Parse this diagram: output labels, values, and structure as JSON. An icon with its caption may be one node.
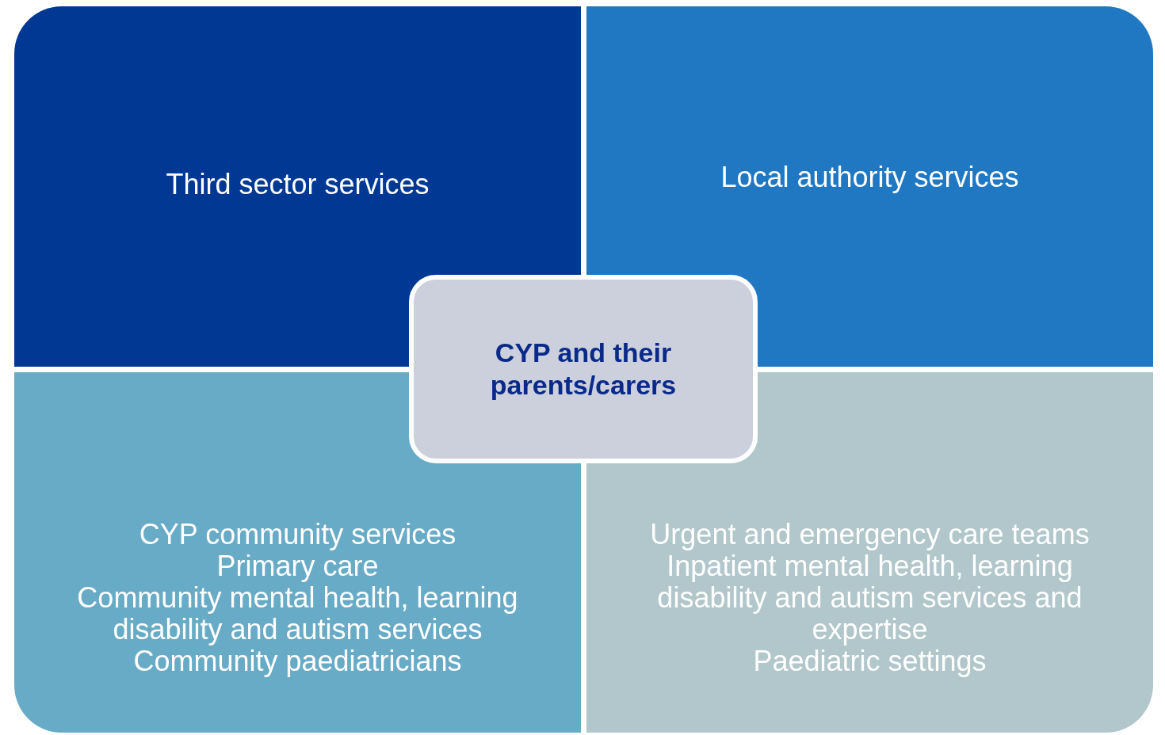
{
  "diagram": {
    "nodes": [
      {
        "text": [
          "Third sector services"
        ]
      },
      {
        "text": [
          "Local authority services"
        ]
      },
      {
        "text": [
          "CYP community services",
          "Primary care",
          "Community mental health, learning disability and autism services",
          "Community paediatricians"
        ]
      },
      {
        "text": [
          "Urgent and emergency care teams",
          "Inpatient mental health, learning disability and autism services and expertise",
          "Paediatric settings"
        ]
      },
      {
        "text": [
          "CYP and their parents/carers"
        ]
      }
    ]
  }
}
